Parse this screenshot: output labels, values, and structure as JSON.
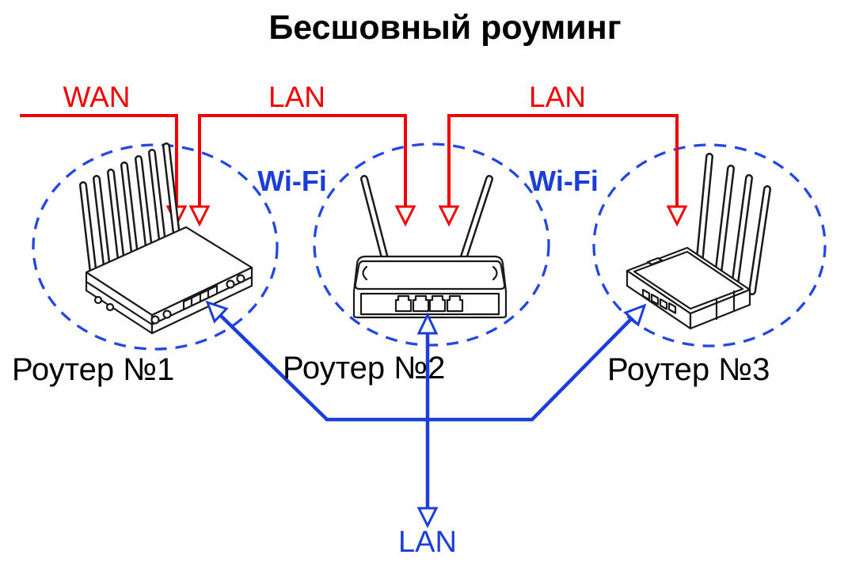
{
  "title": "Бесшовный роуминг",
  "colors": {
    "red": "#f20000",
    "blue": "#1b3ed9",
    "wifi_zone_blue": "#2247e2",
    "artwork": "#1a1a1a",
    "background": "#ffffff"
  },
  "uplinks": [
    {
      "label": "WAN"
    },
    {
      "label": "LAN"
    },
    {
      "label": "LAN"
    }
  ],
  "wifi_zones": [
    {
      "label": "Wi-Fi"
    },
    {
      "label": "Wi-Fi"
    }
  ],
  "routers": [
    {
      "label": "Роутер №1"
    },
    {
      "label": "Роутер №2"
    },
    {
      "label": "Роутер №3"
    }
  ],
  "lan_backbone": {
    "label": "LAN"
  }
}
